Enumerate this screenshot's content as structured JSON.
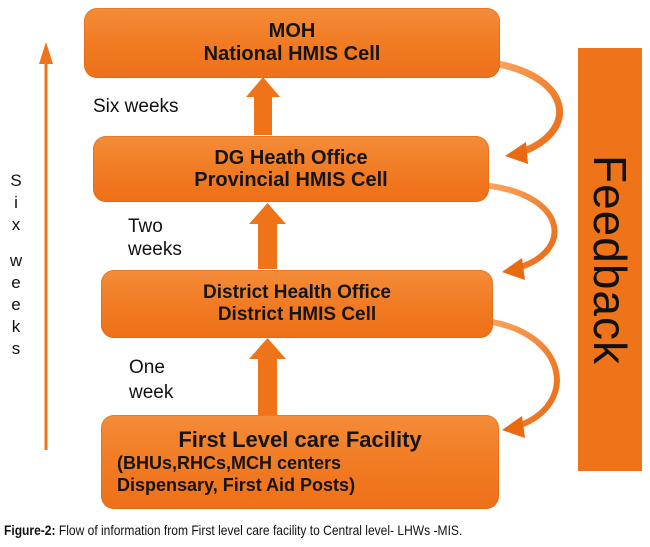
{
  "boxes": {
    "moh": {
      "line1": "MOH",
      "line2": "National HMIS Cell"
    },
    "dg": {
      "line1": "DG Heath Office",
      "line2": "Provincial HMIS Cell"
    },
    "district": {
      "line1": "District Health Office",
      "line2": "District HMIS Cell"
    },
    "first": {
      "line1": "First Level care Facility",
      "line2": "(BHUs,RHCs,MCH centers",
      "line3": "Dispensary, First Aid Posts)"
    }
  },
  "intervals": {
    "moh_dg": "Six weeks",
    "dg_district_1": "Two",
    "dg_district_2": "weeks",
    "district_first_1": "One",
    "district_first_2": "week"
  },
  "side_label": {
    "word1": [
      "S",
      "i",
      "x"
    ],
    "word2": [
      "w",
      "e",
      "e",
      "k",
      "s"
    ]
  },
  "feedback_label": "Feedback",
  "caption": {
    "prefix": "Figure-2:",
    "text": " Flow of information from First level care facility to Central level- LHWs -MIS."
  },
  "colors": {
    "box_fill": "#f17a22",
    "arrow_fill": "#ef7419",
    "feedback_fill": "#ef7419",
    "text": "#111111"
  }
}
